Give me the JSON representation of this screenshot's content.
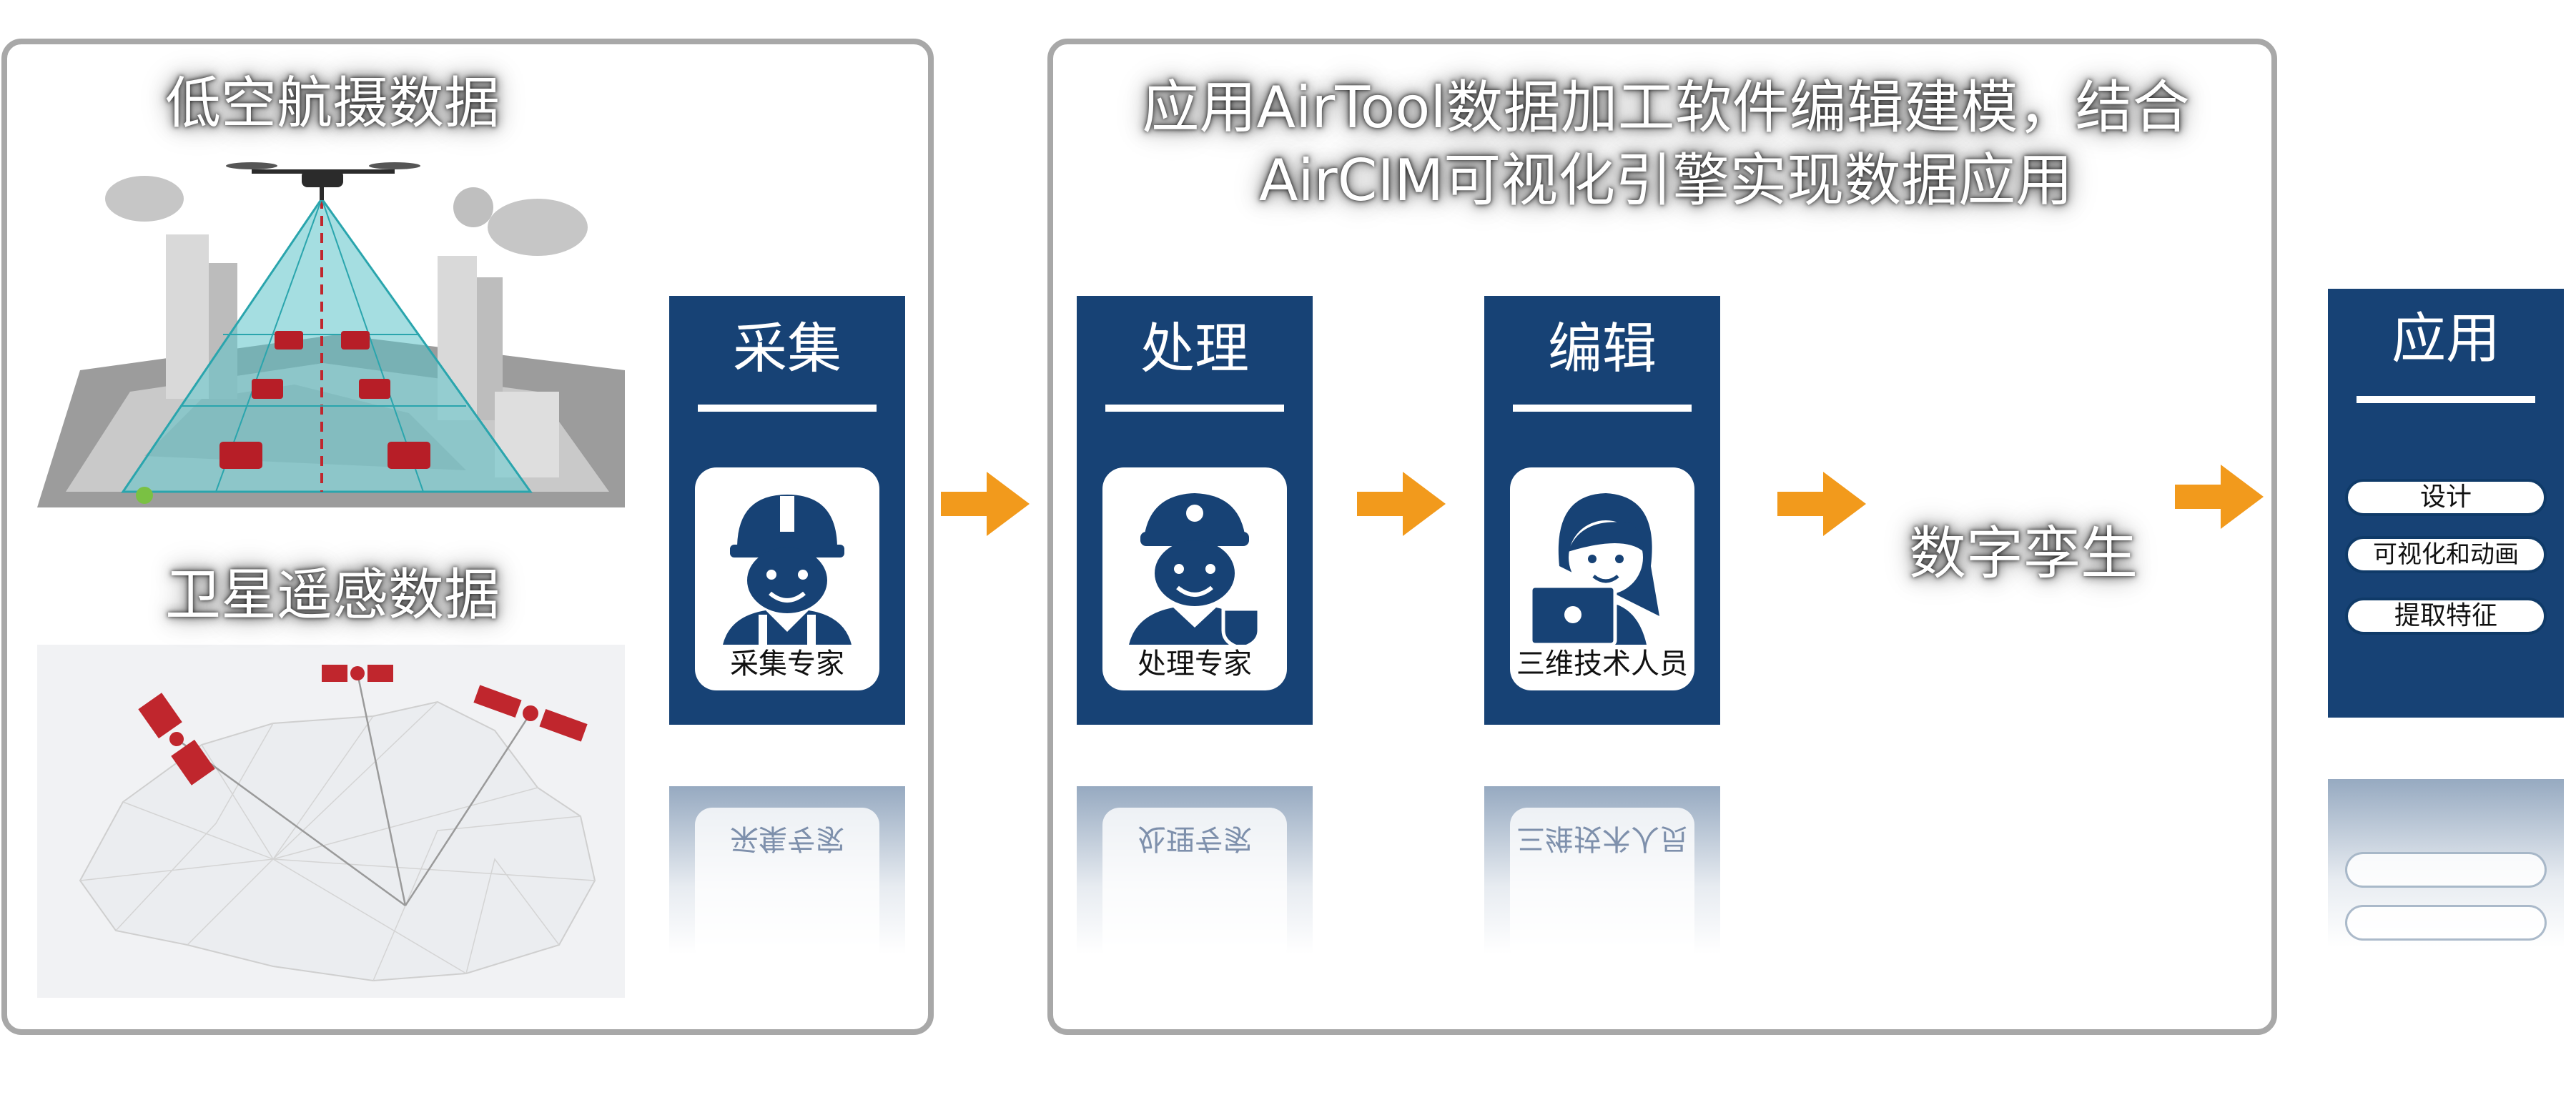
{
  "sources": {
    "aerial_label": "低空航摄数据",
    "satellite_label": "卫星遥感数据"
  },
  "process_title": "应用AirTool数据加工软件编辑建模，结合AirCIM可视化引擎实现数据应用",
  "stages": {
    "collect": {
      "title": "采集",
      "role": "采集专家",
      "icon": "hardhat-worker-icon"
    },
    "process": {
      "title": "处理",
      "role": "处理专家",
      "icon": "officer-shield-icon"
    },
    "edit": {
      "title": "编辑",
      "role": "三维技术人员",
      "icon": "woman-laptop-icon"
    }
  },
  "twin_label": "数字孪生",
  "apply": {
    "title": "应用",
    "items": [
      "设计",
      "可视化和动画",
      "提取特征"
    ]
  },
  "colors": {
    "card_navy": "#174275",
    "arrow_orange": "#f29a1c",
    "frame_gray": "#a8a8a8",
    "satellite_red": "#c0262d"
  },
  "icons": {
    "flow_arrow": "orange-right-arrow-icon",
    "drone": "drone-icon",
    "satellite": "satellite-icon"
  }
}
